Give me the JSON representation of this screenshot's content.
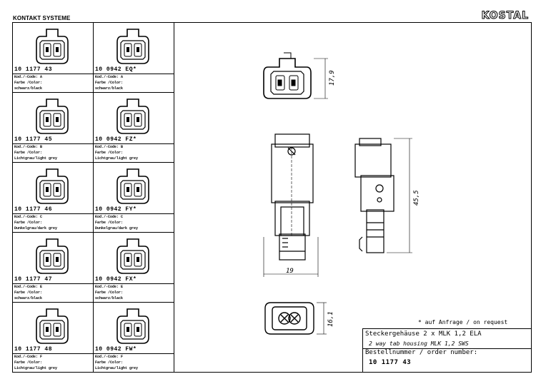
{
  "header": {
    "left": "KONTAKT SYSTEME",
    "brand": "KOSTAL"
  },
  "parts": [
    {
      "left": {
        "pn": "10 1177 43",
        "code": "Kod./-Code: A",
        "color_label": "Farbe /Color:",
        "color": "schwarz/black"
      },
      "right": {
        "pn": "10 0942 EQ*",
        "code": "Kod./-Code: A",
        "color_label": "Farbe /Color:",
        "color": "schwarz/black"
      }
    },
    {
      "left": {
        "pn": "10 1177 45",
        "code": "Kod./-Code: B",
        "color_label": "Farbe /Color:",
        "color": "Lichtgrau/light grey"
      },
      "right": {
        "pn": "10 0942 FZ*",
        "code": "Kod./-Code: B",
        "color_label": "Farbe /Color:",
        "color": "Lichtgrau/light grey"
      }
    },
    {
      "left": {
        "pn": "10 1177 46",
        "code": "Kod./-Code: C",
        "color_label": "Farbe /Color:",
        "color": "Dunkelgrau/dark grey"
      },
      "right": {
        "pn": "10 0942 FY*",
        "code": "Kod./-Code: C",
        "color_label": "Farbe /Color:",
        "color": "Dunkelgrau/dark grey"
      }
    },
    {
      "left": {
        "pn": "10 1177 47",
        "code": "Kod./-Code: E",
        "color_label": "Farbe /Color:",
        "color": "schwarz/black"
      },
      "right": {
        "pn": "10 0942 FX*",
        "code": "Kod./-Code: E",
        "color_label": "Farbe /Color:",
        "color": "schwarz/black"
      }
    },
    {
      "left": {
        "pn": "10 1177 48",
        "code": "Kod./-Code: F",
        "color_label": "Farbe /Color:",
        "color": "Lichtgrau/light grey"
      },
      "right": {
        "pn": "10 0942 FW*",
        "code": "Kod./-Code: F",
        "color_label": "Farbe /Color:",
        "color": "Lichtgrau/light grey"
      }
    }
  ],
  "dimensions": {
    "top_height": "17,9",
    "length": "45,5",
    "width": "19",
    "bottom_height": "16,1"
  },
  "note": "* auf Anfrage / on request",
  "title_block": {
    "title_de": "Steckergehäuse 2 x MLK 1,2 ELA",
    "title_en": "2 way tab housing MLK 1,2 SWS",
    "order_label": "Bestellnummer / order number:",
    "order_number": "10 1177 43"
  }
}
